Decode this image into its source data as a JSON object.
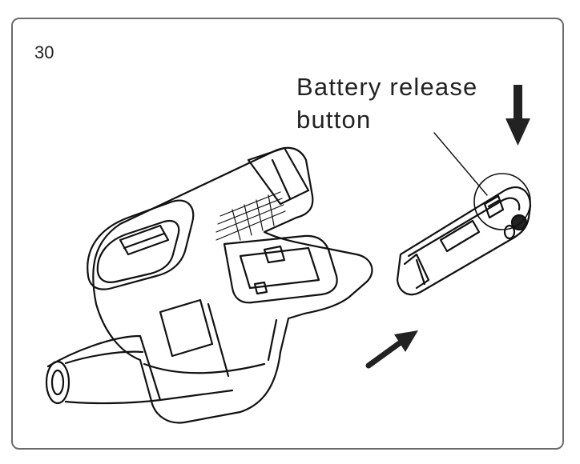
{
  "figure": {
    "step_number": "30",
    "callout_label_line1": "Battery release",
    "callout_label_line2": "button"
  },
  "icons": {
    "down_arrow": "down-arrow-icon",
    "insert_arrow": "insert-arrow-icon"
  }
}
